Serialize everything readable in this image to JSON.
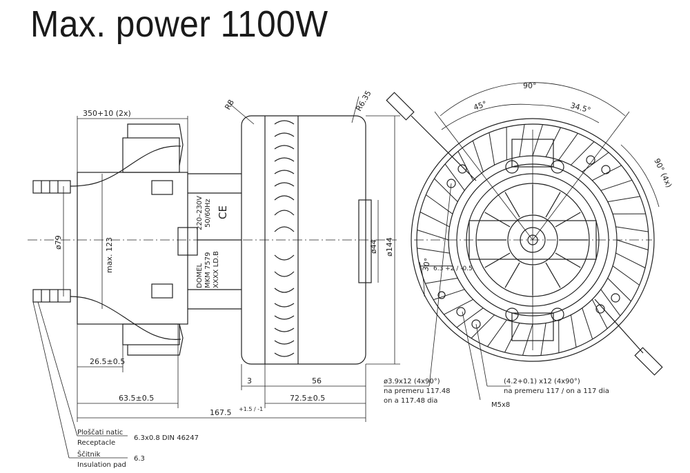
{
  "title": "Max. power 1100W",
  "dims": {
    "width_top": "350+10 (2x)",
    "radius_r8": "R8",
    "radius_r635": "R6.35",
    "dia_79": "ø79",
    "max_123": "max. 123",
    "dia_44": "ø44",
    "dia_144": "ø144",
    "d_26_5": "26.5±0.5",
    "d_3": "3",
    "d_56": "56",
    "d_63_5": "63.5±0.5",
    "d_72_5": "72.5±0.5",
    "d_167_5": "167.5",
    "d_167_5_tol": "+1.5 / -1",
    "ang_90_top": "90°",
    "ang_45": "45°",
    "ang_34_5": "34.5°",
    "ang_90_4x": "90° (4x)",
    "ang_30": "30°",
    "d_6_3": "6.3 +2 / -0.5"
  },
  "labels": {
    "voltage": "220–230V",
    "freq": "50/60Hz",
    "ce": "CE",
    "maker": "DOMEL",
    "model": "MKM 7579",
    "code": "XXXX LD.B"
  },
  "notes": {
    "holes_a_1": "ø3.9x12 (4x90°)",
    "holes_a_2": "na premeru 117.48",
    "holes_a_3": "on a 117.48 dia",
    "holes_b_1": "(4.2+0.1) x12 (4x90°)",
    "holes_b_2": "na premeru 117 / on a 117 dia",
    "m5": "M5x8",
    "recept_sl": "Ploščati natic",
    "recept_en": "Receptacle",
    "recept_spec": "6.3x0.8 DIN 46247",
    "pad_sl": "Ščitnik",
    "pad_en": "Insulation pad",
    "pad_spec": "6.3"
  }
}
